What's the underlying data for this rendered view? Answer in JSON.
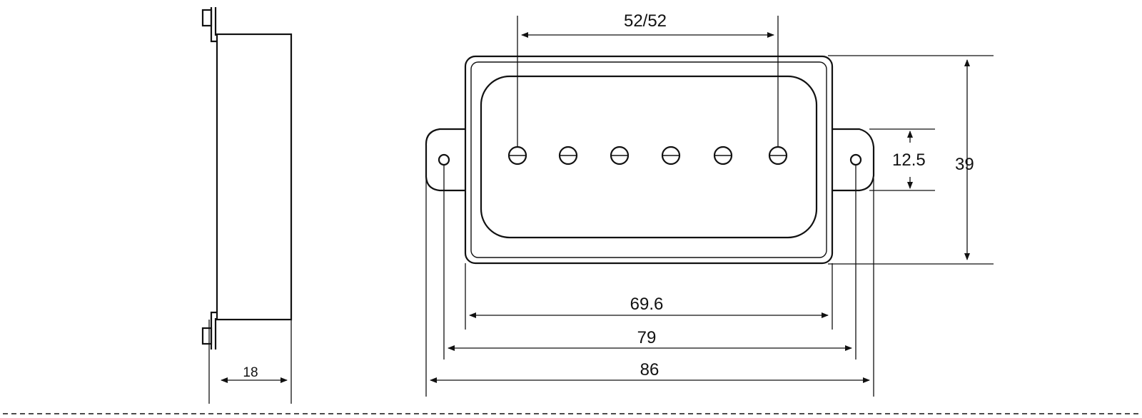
{
  "dimensions": {
    "pole_spacing": "52/52",
    "mount_height": "12.5",
    "total_height": "39",
    "cover_length": "69.6",
    "hole_spacing": "79",
    "total_length": "86",
    "depth": "18"
  },
  "colors": {
    "line": "#111111",
    "background": "#ffffff"
  }
}
